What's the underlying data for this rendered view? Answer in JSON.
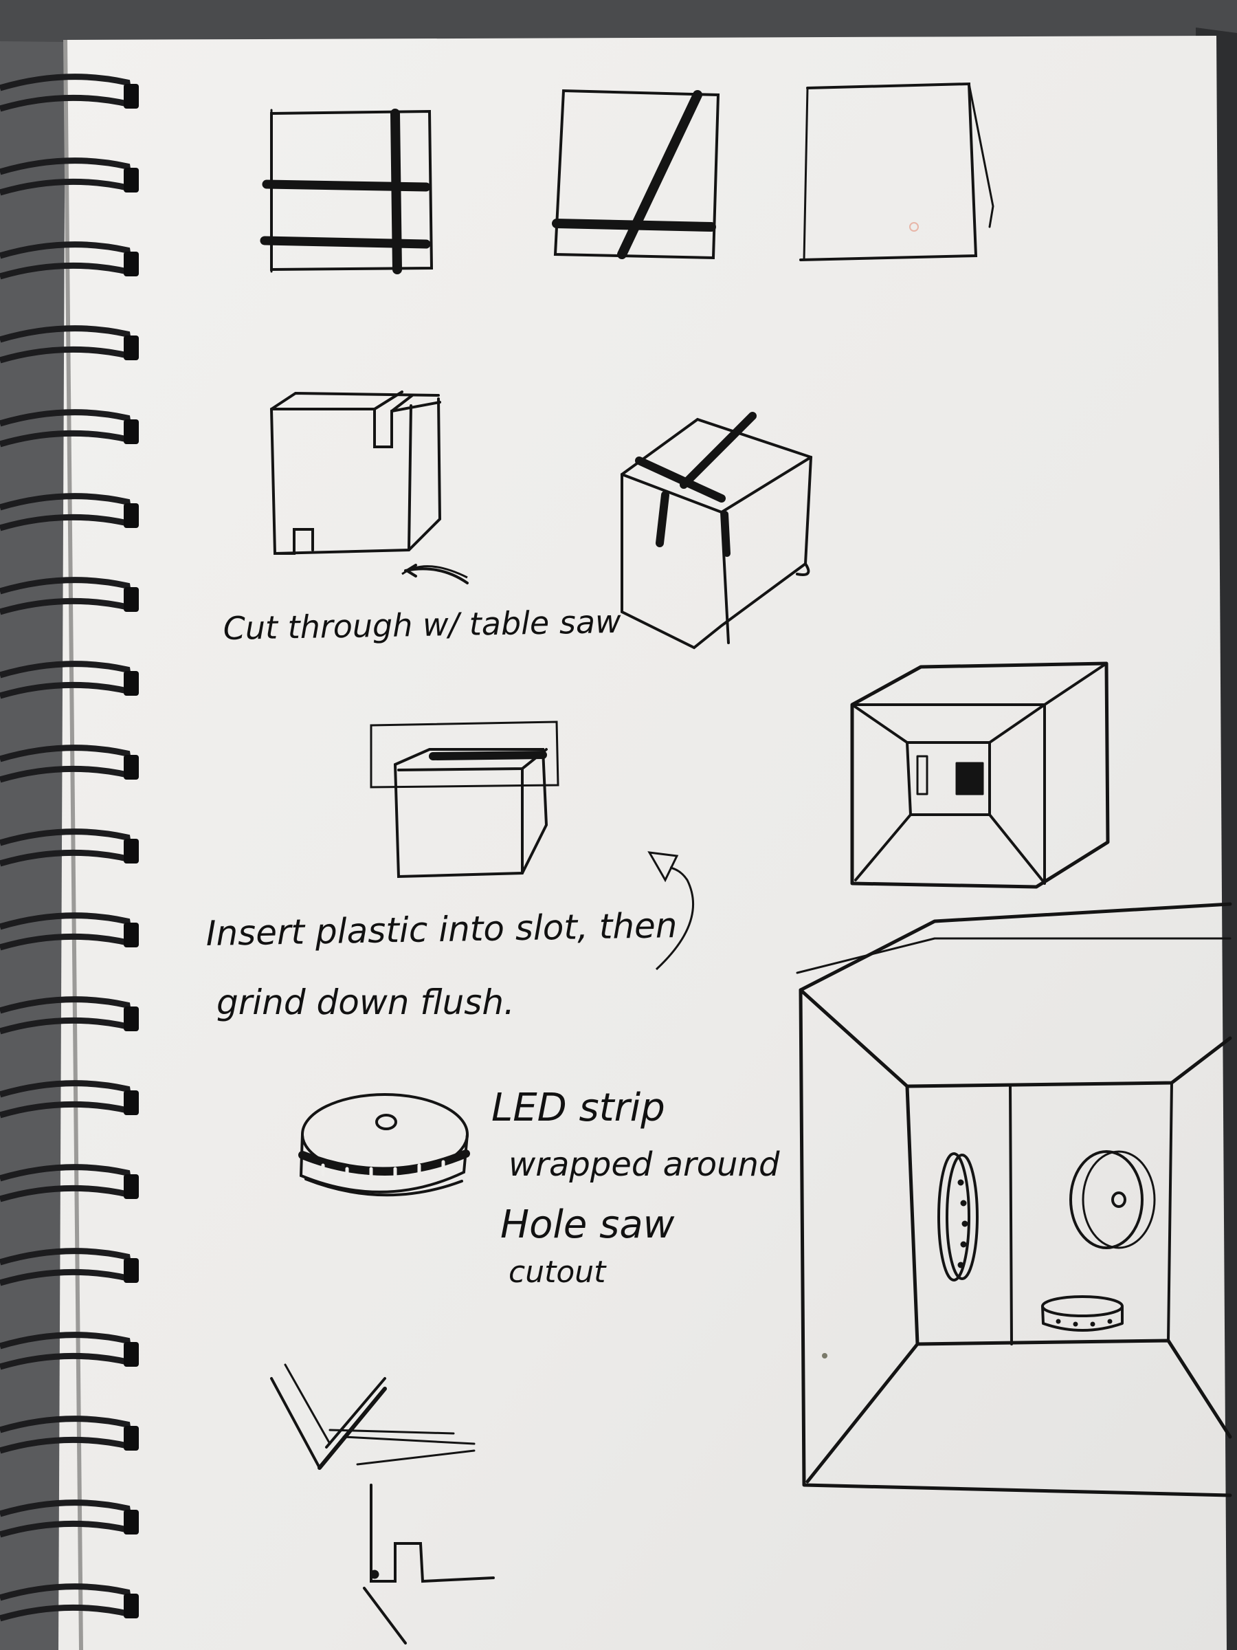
{
  "colors": {
    "background": "#5a5b5d",
    "paper": "#efeeec",
    "ink": "#141414",
    "spiral": "#1c1c1e"
  },
  "notes": {
    "cut_through": "Cut through w/ table saw",
    "insert_line1": "Insert plastic into slot, then",
    "insert_line2": "grind down flush.",
    "led_line1": "LED strip",
    "led_line2": "wrapped around",
    "led_line3": "Hole saw",
    "led_line4": "cutout"
  }
}
